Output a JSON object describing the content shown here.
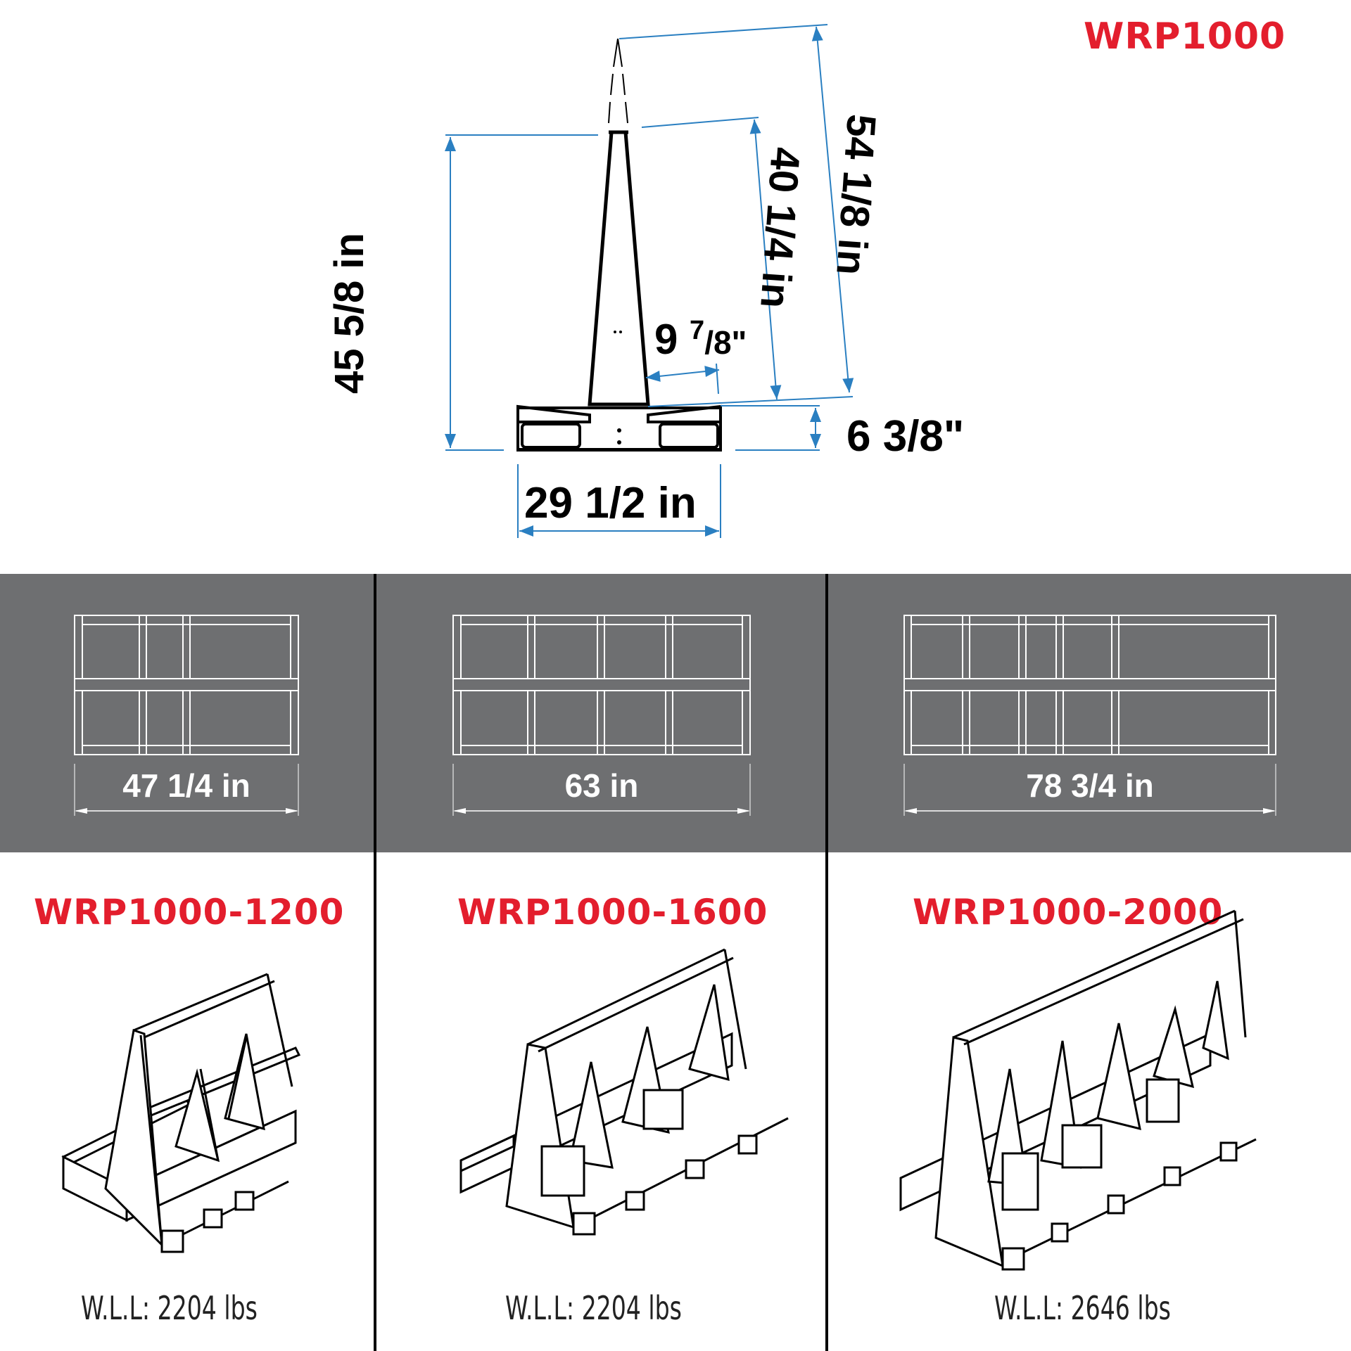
{
  "header": {
    "model": "WRP1000",
    "model_color": "#e31e2d"
  },
  "side_view": {
    "dimensions": {
      "overall_height_tilted": "54 1/8 in",
      "upright_height": "40 1/4 in",
      "frame_height": "45 5/8 in",
      "top_offset": "9",
      "top_offset_fraction_num": "7",
      "top_offset_fraction_den": "/8\"",
      "base_height": "6 3/8\"",
      "base_width": "29 1/2 in"
    },
    "dimension_line_color": "#2a7fc1"
  },
  "plan_band": {
    "background": "#6e6f71",
    "columns": [
      {
        "length_label": "47 1/4 in",
        "bays": 3
      },
      {
        "length_label": "63 in",
        "bays": 4
      },
      {
        "length_label": "78 3/4 in",
        "bays": 5
      }
    ]
  },
  "variants": [
    {
      "model": "WRP1000-1200",
      "wll": "W.L.L:  2204 lbs"
    },
    {
      "model": "WRP1000-1600",
      "wll": "W.L.L:  2204 lbs"
    },
    {
      "model": "WRP1000-2000",
      "wll": "W.L.L:  2646 lbs"
    }
  ]
}
